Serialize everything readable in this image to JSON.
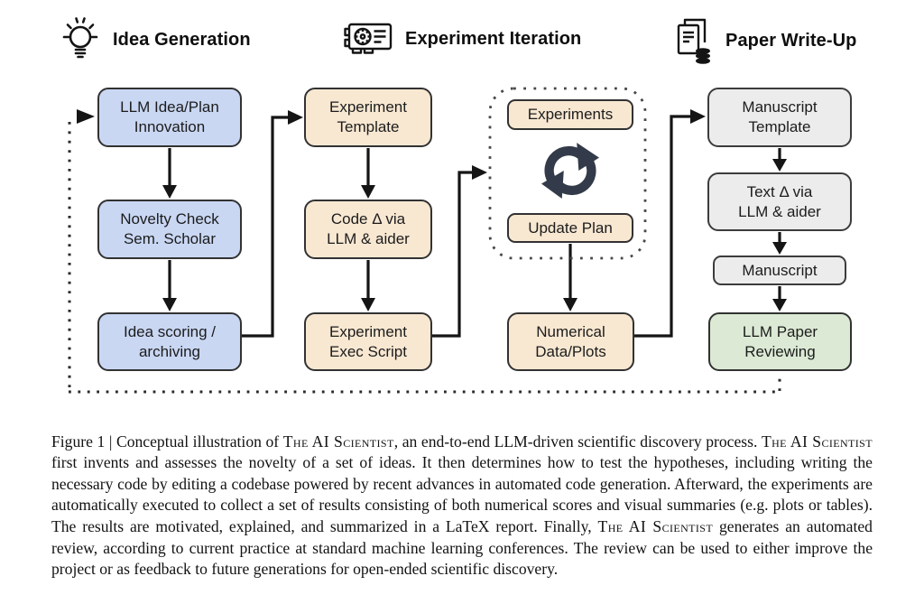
{
  "figure": {
    "sections": [
      {
        "label": "Idea Generation",
        "icon": "lightbulb-icon"
      },
      {
        "label": "Experiment Iteration",
        "icon": "gpu-icon"
      },
      {
        "label": "Paper Write-Up",
        "icon": "paper-stack-icon"
      }
    ],
    "nodes": {
      "idea1": "LLM Idea/Plan\nInnovation",
      "idea2": "Novelty Check\nSem. Scholar",
      "idea3": "Idea scoring /\narchiving",
      "exp1": "Experiment\nTemplate",
      "exp2": "Code Δ via\nLLM & aider",
      "exp3": "Experiment\nExec Script",
      "loop1": "Experiments",
      "loop2": "Update Plan",
      "exp4": "Numerical\nData/Plots",
      "paper1": "Manuscript\nTemplate",
      "paper2": "Text Δ via\nLLM & aider",
      "paper3": "Manuscript",
      "paper4": "LLM Paper\nReviewing"
    },
    "edges": [
      "feedback-loop -> LLM Idea/Plan Innovation (dotted)",
      "LLM Idea/Plan Innovation -> Novelty Check Sem. Scholar",
      "Novelty Check Sem. Scholar -> Idea scoring / archiving",
      "Idea scoring / archiving -> Experiment Template",
      "Experiment Template -> Code Δ via LLM & aider",
      "Code Δ via LLM & aider -> Experiment Exec Script",
      "Experiment Exec Script -> Experiments/Update Plan loop",
      "Update Plan -> Numerical Data/Plots",
      "Numerical Data/Plots -> Manuscript Template",
      "Manuscript Template -> Text Δ via LLM & aider",
      "Text Δ via LLM & aider -> Manuscript",
      "Manuscript -> LLM Paper Reviewing",
      "LLM Paper Reviewing -> feedback-loop (dotted)"
    ],
    "colors": {
      "idea_fill": "#c9d7f3",
      "experiment_fill": "#f8e8d2",
      "paper_fill": "#ececec",
      "review_fill": "#dcead5",
      "border": "#323232",
      "arrow": "#151515",
      "cycle_icon": "#333b4a"
    }
  },
  "caption": {
    "segments": [
      {
        "text": "Figure 1 | Conceptual illustration of ",
        "style": "normal"
      },
      {
        "text": "The AI Scientist",
        "style": "smallcaps"
      },
      {
        "text": ", an end-to-end LLM-driven scientific discovery process. ",
        "style": "normal"
      },
      {
        "text": "The AI Scientist",
        "style": "smallcaps"
      },
      {
        "text": " first invents and assesses the novelty of a set of ideas. It then determines how to test the hypotheses, including writing the necessary code by editing a codebase powered by recent advances in automated code generation. Afterward, the experiments are automatically executed to collect a set of results consisting of both numerical scores and visual summaries (e.g. plots or tables). The results are motivated, explained, and summarized in a LaTeX report. Finally, ",
        "style": "normal"
      },
      {
        "text": "The AI Scientist",
        "style": "smallcaps"
      },
      {
        "text": " generates an automated review, according to current practice at standard machine learning conferences. The review can be used to either improve the project or as feedback to future generations for open-ended scientific discovery.",
        "style": "normal"
      }
    ]
  }
}
